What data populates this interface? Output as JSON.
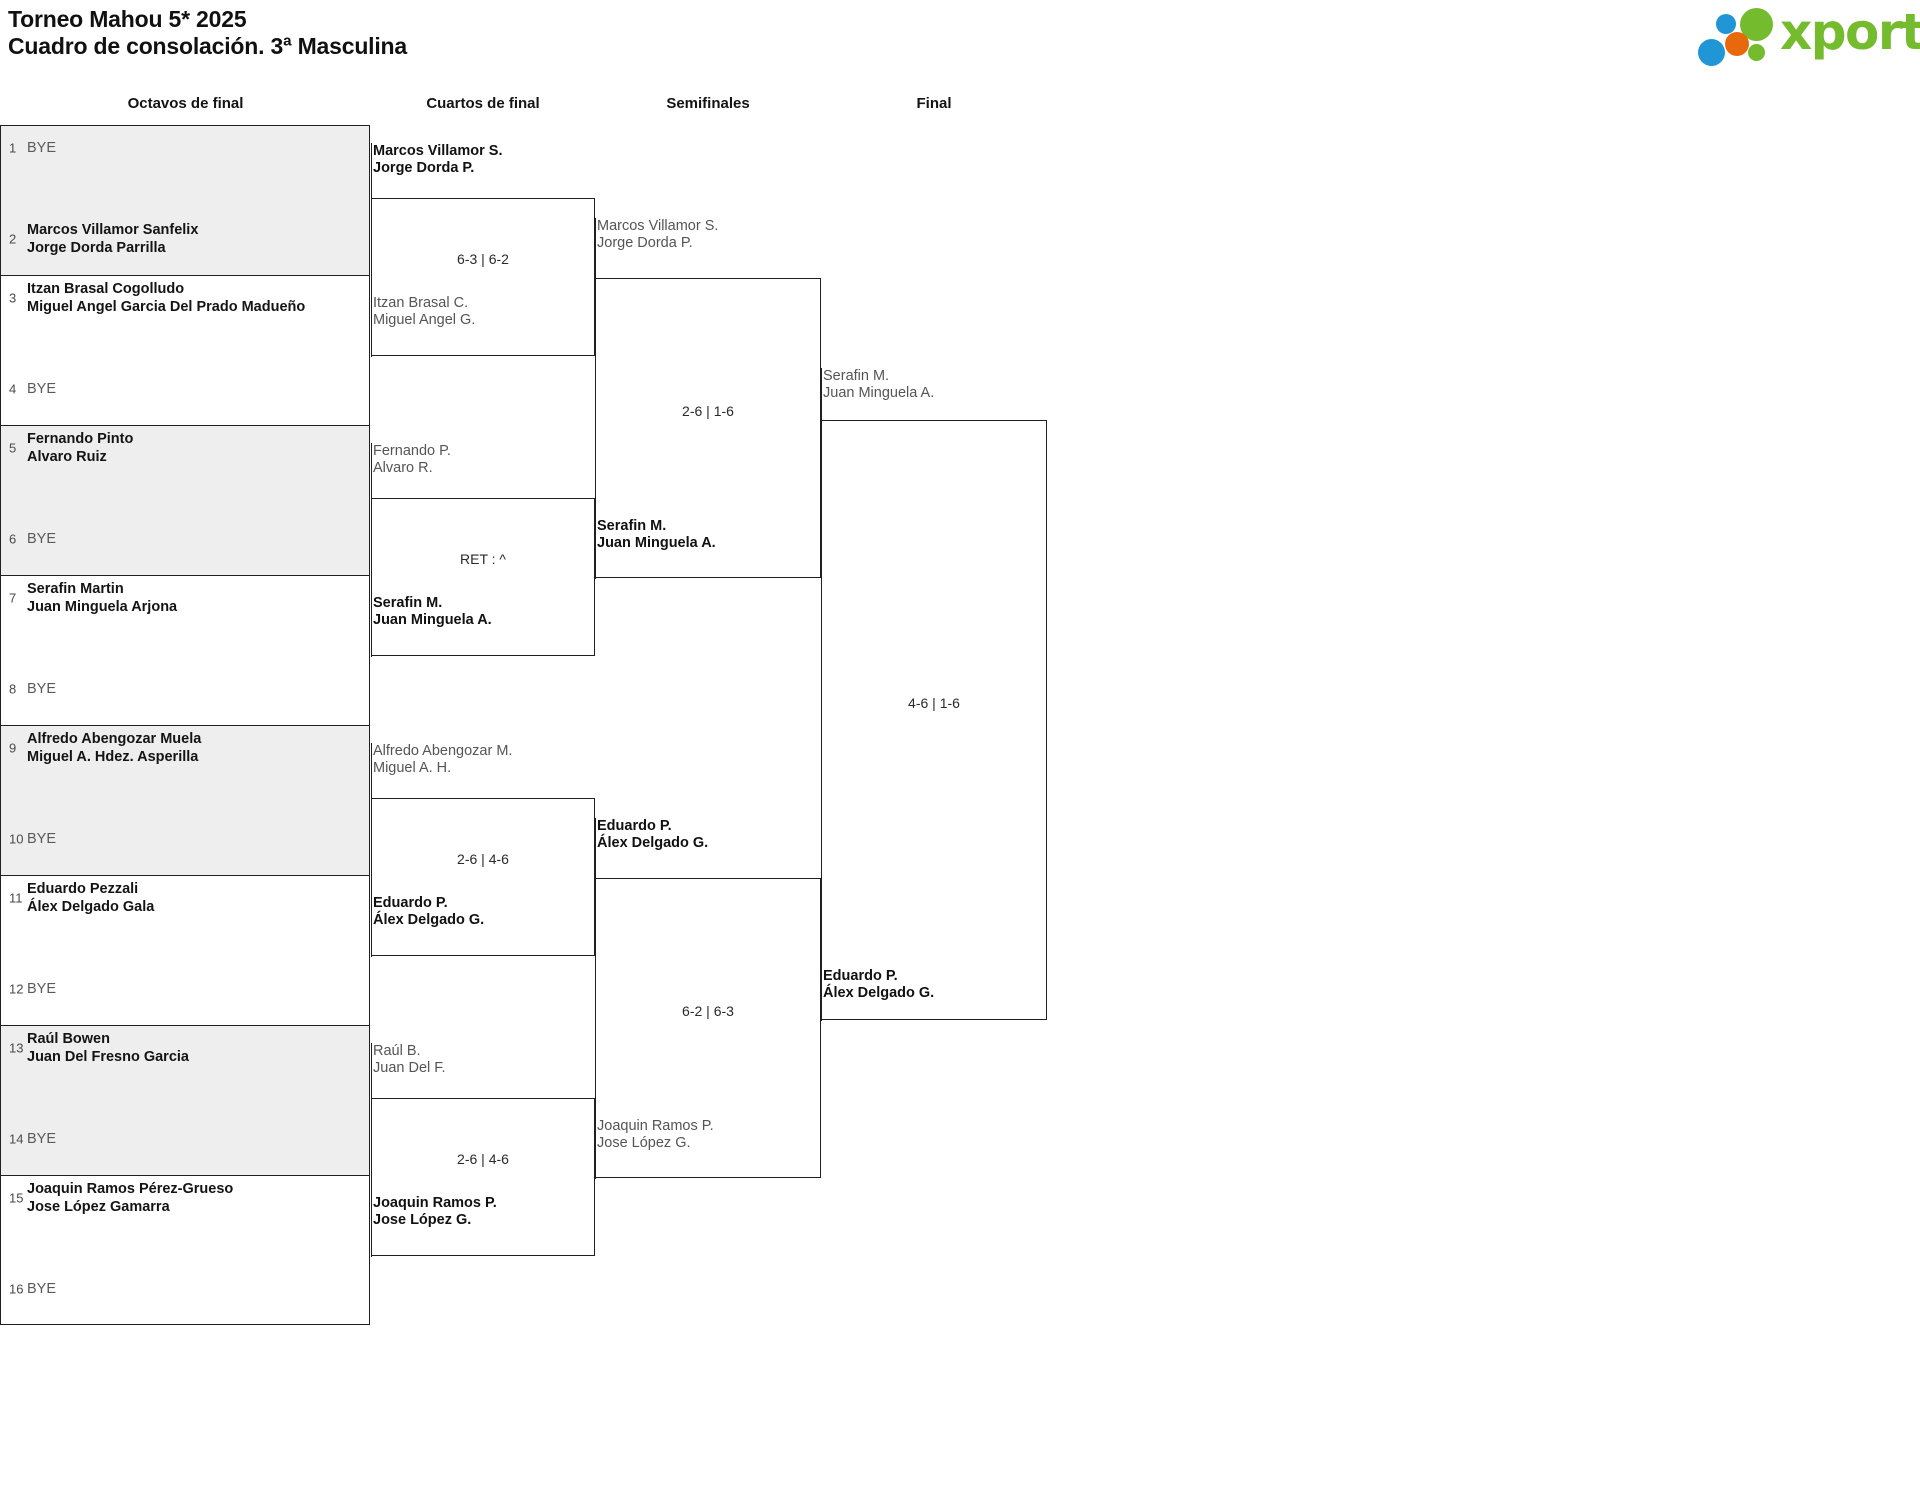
{
  "header": {
    "title_line1": "Torneo Mahou 5* 2025",
    "title_line2": "Cuadro de consolación. 3ª Masculina",
    "logo_text": "xporty",
    "logo_colors": {
      "green": "#74bb2d",
      "blue": "#2196d6",
      "orange": "#e8690b"
    }
  },
  "rounds": [
    {
      "label": "Octavos de final"
    },
    {
      "label": "Cuartos de final"
    },
    {
      "label": "Semifinales"
    },
    {
      "label": "Final"
    }
  ],
  "octavos": {
    "slots": [
      {
        "seed": "1",
        "line1": "BYE",
        "line2": "",
        "bye": true
      },
      {
        "seed": "2",
        "line1": "Marcos Villamor Sanfelix",
        "line2": "Jorge Dorda Parrilla",
        "bye": false
      },
      {
        "seed": "3",
        "line1": "Itzan Brasal Cogolludo",
        "line2": "Miguel Angel Garcia Del Prado Madueño",
        "bye": false
      },
      {
        "seed": "4",
        "line1": "BYE",
        "line2": "",
        "bye": true
      },
      {
        "seed": "5",
        "line1": "Fernando Pinto",
        "line2": "Alvaro Ruiz",
        "bye": false
      },
      {
        "seed": "6",
        "line1": "BYE",
        "line2": "",
        "bye": true
      },
      {
        "seed": "7",
        "line1": "Serafin Martin",
        "line2": "Juan Minguela Arjona",
        "bye": false
      },
      {
        "seed": "8",
        "line1": "BYE",
        "line2": "",
        "bye": true
      },
      {
        "seed": "9",
        "line1": "Alfredo Abengozar Muela",
        "line2": "Miguel A. Hdez. Asperilla",
        "bye": false
      },
      {
        "seed": "10",
        "line1": "BYE",
        "line2": "",
        "bye": true
      },
      {
        "seed": "11",
        "line1": "Eduardo Pezzali",
        "line2": "Álex Delgado Gala",
        "bye": false
      },
      {
        "seed": "12",
        "line1": "BYE",
        "line2": "",
        "bye": true
      },
      {
        "seed": "13",
        "line1": "Raúl Bowen",
        "line2": "Juan Del Fresno Garcia",
        "bye": false
      },
      {
        "seed": "14",
        "line1": "BYE",
        "line2": "",
        "bye": true
      },
      {
        "seed": "15",
        "line1": "Joaquin Ramos Pérez-Grueso",
        "line2": "Jose López Gamarra",
        "bye": false
      },
      {
        "seed": "16",
        "line1": "BYE",
        "line2": "",
        "bye": true
      }
    ]
  },
  "cuartos": [
    {
      "score": "6-3 | 6-2",
      "top": {
        "line1": "Marcos Villamor S.",
        "line2": "Jorge Dorda P.",
        "result": "win"
      },
      "bottom": {
        "line1": "Itzan Brasal C.",
        "line2": "Miguel Angel G.",
        "result": "lose"
      }
    },
    {
      "score": "RET : ^",
      "top": {
        "line1": "Fernando P.",
        "line2": "Alvaro R.",
        "result": "lose"
      },
      "bottom": {
        "line1": "Serafin M.",
        "line2": "Juan Minguela A.",
        "result": "win"
      }
    },
    {
      "score": "2-6 | 4-6",
      "top": {
        "line1": "Alfredo Abengozar M.",
        "line2": "Miguel A. H.",
        "result": "lose"
      },
      "bottom": {
        "line1": "Eduardo P.",
        "line2": "Álex Delgado G.",
        "result": "win"
      }
    },
    {
      "score": "2-6 | 4-6",
      "top": {
        "line1": "Raúl B.",
        "line2": "Juan Del F.",
        "result": "lose"
      },
      "bottom": {
        "line1": "Joaquin Ramos P.",
        "line2": "Jose López G.",
        "result": "win"
      }
    }
  ],
  "semifinales": [
    {
      "score": "2-6 | 1-6",
      "top": {
        "line1": "Marcos Villamor S.",
        "line2": "Jorge Dorda P.",
        "result": "lose"
      },
      "bottom": {
        "line1": "Serafin M.",
        "line2": "Juan Minguela A.",
        "result": "win"
      }
    },
    {
      "score": "6-2 | 6-3",
      "top": {
        "line1": "Eduardo P.",
        "line2": "Álex Delgado G.",
        "result": "win"
      },
      "bottom": {
        "line1": "Joaquin Ramos P.",
        "line2": "Jose López G.",
        "result": "lose"
      }
    }
  ],
  "final": [
    {
      "score": "4-6 | 1-6",
      "top": {
        "line1": "Serafin M.",
        "line2": "Juan Minguela A.",
        "result": "lose"
      },
      "bottom": {
        "line1": "Eduardo P.",
        "line2": "Álex Delgado G.",
        "result": "win"
      }
    }
  ],
  "champion": {
    "line1": "Eduardo P.",
    "line2": "Álex Delgado G."
  }
}
